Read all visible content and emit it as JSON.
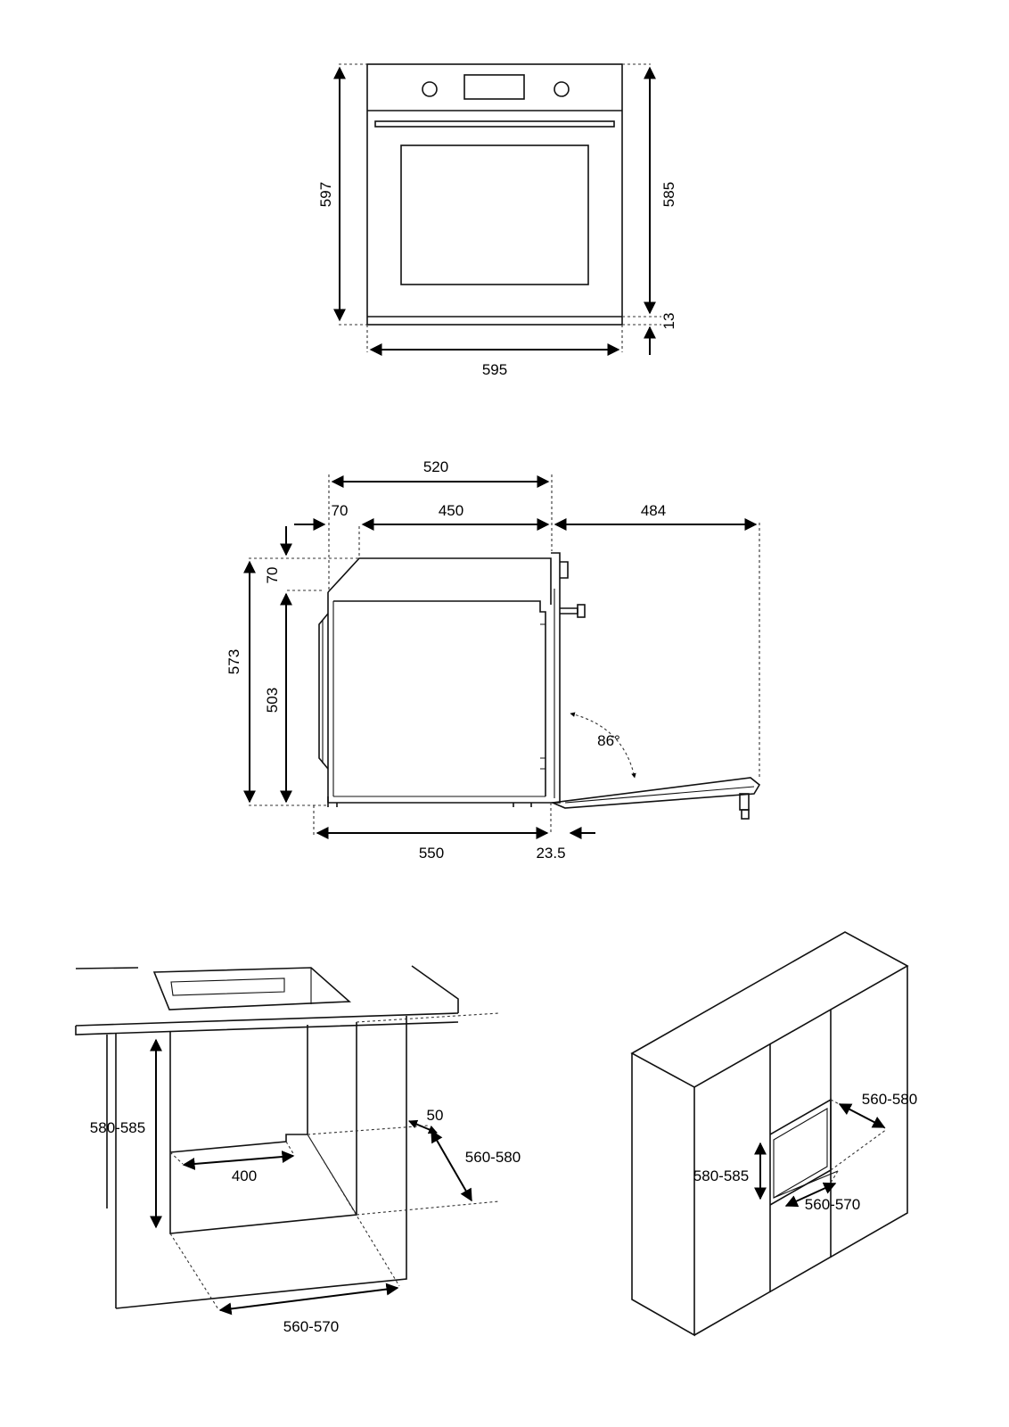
{
  "front_view": {
    "height_total": "597",
    "height_body": "585",
    "base_strip": "13",
    "width": "595"
  },
  "side_view": {
    "depth_top": "520",
    "setback_top": "70",
    "depth_mid": "450",
    "door_open": "484",
    "top_drop": "70",
    "height_total": "573",
    "height_body": "503",
    "door_angle": "86°",
    "depth_bottom": "550",
    "door_thickness": "23.5"
  },
  "under_counter": {
    "niche_height": "580-585",
    "vent_width": "400",
    "gap": "50",
    "niche_depth": "560-580",
    "niche_width": "560-570"
  },
  "column_unit": {
    "niche_depth": "560-580",
    "niche_height": "580-585",
    "niche_width": "560-570"
  }
}
